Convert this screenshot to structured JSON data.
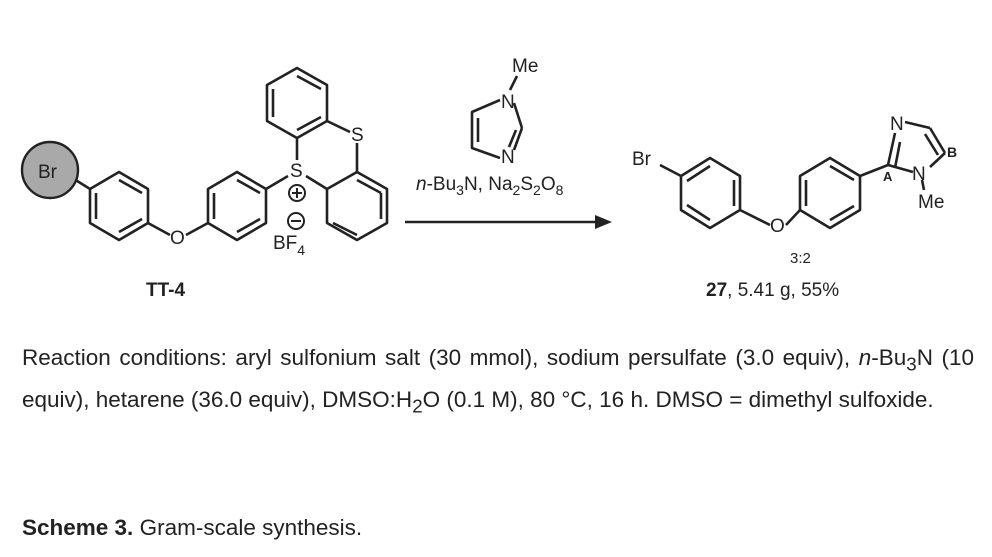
{
  "scheme": {
    "reactant": {
      "label": "TT-4",
      "highlight": "Br",
      "counterion": "BF",
      "counterion_sub": "4",
      "sulfur_atoms": [
        "S",
        "S"
      ],
      "oxygen": "O",
      "charge_plus": "+",
      "charge_minus": "−"
    },
    "reagent": {
      "methyl": "Me",
      "nitrogens": [
        "N",
        "N"
      ],
      "conditions_prefix": "n",
      "conditions_text": "-Bu",
      "conditions_sub1": "3",
      "conditions_mid": "N, Na",
      "conditions_sub2": "2",
      "conditions_s": "S",
      "conditions_sub3": "2",
      "conditions_o": "O",
      "conditions_sub4": "8"
    },
    "product": {
      "br": "Br",
      "oxygen": "O",
      "n_top": "N",
      "n_methyl": "N",
      "methyl": "Me",
      "site_a": "A",
      "site_b": "B",
      "ratio": "3:2",
      "compound_number": "27",
      "yield_text": ", 5.41 g, 55%"
    }
  },
  "highlight_color": "#a9a9a9",
  "conditions_paragraph": {
    "p1": "Reaction conditions: aryl sulfonium salt (30 mmol), sodium persulfate (3.0 equiv), ",
    "p2_italic": "n",
    "p3": "-Bu",
    "p3_sub": "3",
    "p4": "N (10 equiv), hetarene (36.0 equiv), DMSO:H",
    "p4_sub": "2",
    "p5": "O  (0.1 M), 80 °C, 16 h. DMSO = dimethyl sulfoxide."
  },
  "caption": {
    "bold": "Scheme 3.",
    "text": " Gram-scale synthesis."
  }
}
